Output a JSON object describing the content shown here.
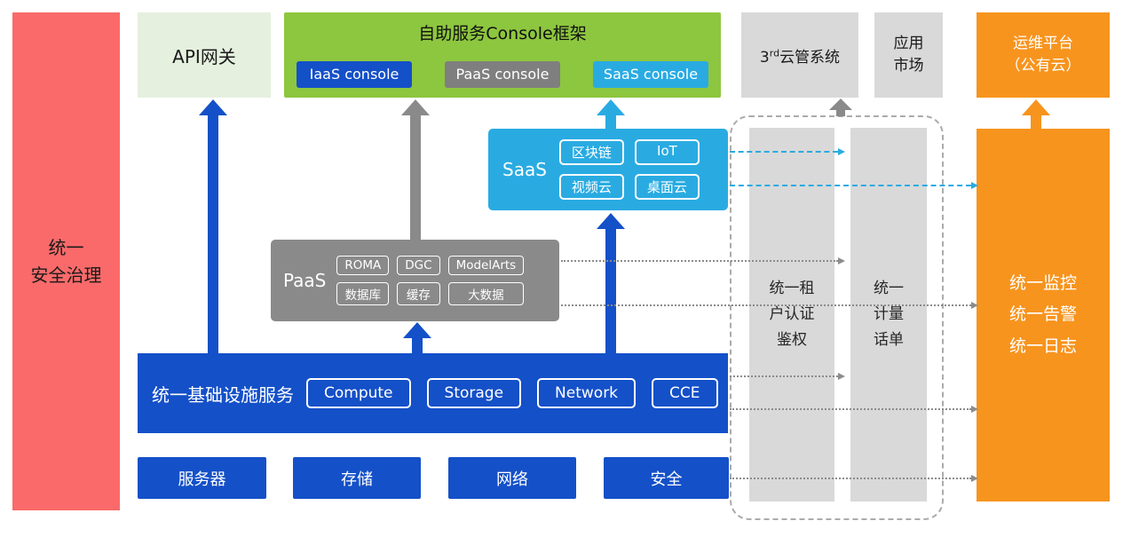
{
  "diagram": {
    "security_bar": {
      "label": "统一\n安全治理"
    },
    "api_gateway": {
      "label": "API网关"
    },
    "console_framework": {
      "title": "自助服务Console框架",
      "iaas_button": "IaaS console",
      "paas_button": "PaaS console",
      "saas_button": "SaaS console"
    },
    "third_party_cloud": {
      "num": "3",
      "sup": "rd",
      "rest": "云管系统"
    },
    "app_market": {
      "label": "应用\n市场"
    },
    "ops_platform": {
      "label": "运维平台\n（公有云）"
    },
    "saas": {
      "label": "SaaS",
      "items": [
        "区块链",
        "IoT",
        "视频云",
        "桌面云"
      ]
    },
    "paas": {
      "label": "PaaS",
      "items": [
        "ROMA",
        "DGC",
        "ModelArts",
        "数据库",
        "缓存",
        "大数据"
      ]
    },
    "infra": {
      "label": "统一基础设施服务",
      "items": [
        "Compute",
        "Storage",
        "Network",
        "CCE"
      ]
    },
    "foundation": {
      "items": [
        "服务器",
        "存储",
        "网络",
        "安全"
      ]
    },
    "auth_bar": {
      "label": "统一租\n户认证\n鉴权"
    },
    "billing_bar": {
      "label": "统一\n计量\n话单"
    },
    "monitor_box": {
      "label": "统一监控\n统一告警\n统一日志"
    },
    "colors": {
      "blue": "#1450C8",
      "green": "#8DC63F",
      "light_green": "#E5F0DF",
      "cyan": "#29ABE2",
      "gray_dark": "#8A8A8A",
      "gray_light": "#D9D9D9",
      "orange": "#F7941E",
      "red": "#FA6A6A"
    }
  }
}
